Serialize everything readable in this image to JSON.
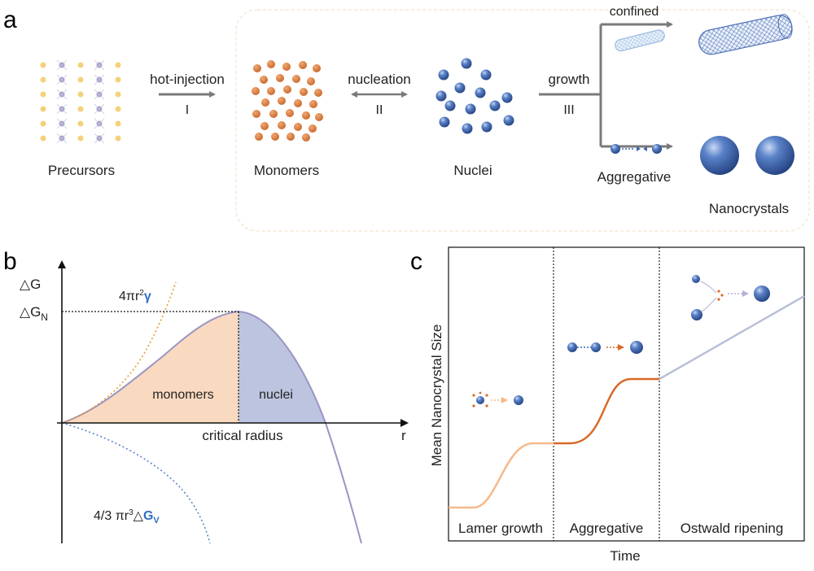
{
  "panel_a": {
    "letter": "a",
    "labels": {
      "precursors": "Precursors",
      "monomers": "Monomers",
      "nuclei": "Nuclei",
      "nanocrystals": "Nanocrystals",
      "confined": "confined",
      "aggregative": "Aggregative"
    },
    "steps": [
      {
        "label": "hot-injection",
        "roman": "I"
      },
      {
        "label": "nucleation",
        "roman": "II"
      },
      {
        "label": "growth",
        "roman": "III"
      }
    ],
    "colors": {
      "precursor_yellow": "#f3d27a",
      "precursor_purple": "#a7a1c9",
      "monomer": "#d67d3a",
      "nucleus": "#3e67b1",
      "arrow": "#7a7a7a",
      "border": "#f2e3cc"
    }
  },
  "panel_b": {
    "letter": "b",
    "y_axis_label": "△G",
    "x_axis_label": "r",
    "dgn_label_main": "△G",
    "dgn_label_sub": "N",
    "surface_term": {
      "prefix": "4πr",
      "sup": "2",
      "symbol": "γ"
    },
    "volume_term": {
      "prefix": "4/3 πr",
      "sup": "3",
      "delta": "△",
      "symbol": "G",
      "sub": "V"
    },
    "critical_radius": "critical radius",
    "region_monomers": "monomers",
    "region_nuclei": "nuclei",
    "colors": {
      "monomer_fill": "#f9d9bf",
      "nuclei_fill": "#bcc4df",
      "curve": "#9a96c2",
      "surface": "#e99a2e",
      "volume": "#5b86c9"
    }
  },
  "panel_c": {
    "letter": "c",
    "y_axis_label": "Mean Nanocrystal Size",
    "x_axis_label": "Time",
    "stages": [
      "Lamer growth",
      "Aggregative",
      "Ostwald ripening"
    ],
    "colors": {
      "lamer": "#f5b98a",
      "aggregative": "#d86a27",
      "ostwald": "#b9c0d8"
    }
  }
}
